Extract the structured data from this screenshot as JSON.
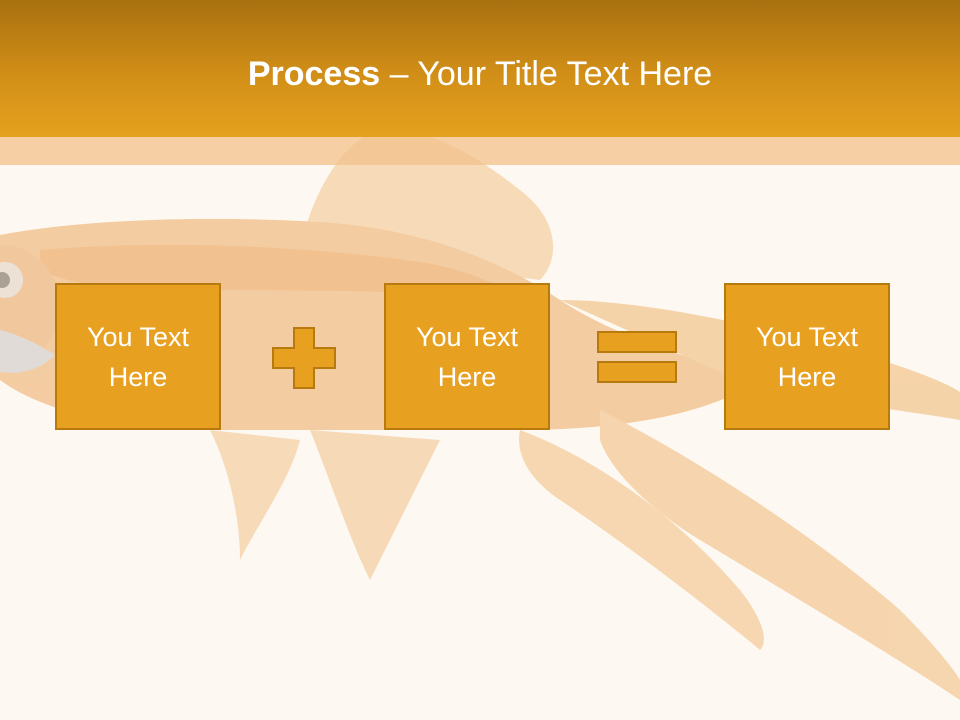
{
  "slide": {
    "title_bold": "Process",
    "title_rest": " – Your Title Text Here",
    "boxes": [
      {
        "text": "You Text Here"
      },
      {
        "text": "You Text Here"
      },
      {
        "text": "You Text Here"
      }
    ]
  },
  "colors": {
    "header_top": "#a8700f",
    "header_bottom": "#e4a11e",
    "band": "#f6cfa4",
    "background": "#fdf9f2",
    "box_fill": "#e8a020",
    "box_border": "#b67a0e",
    "fish": "#f0b36c"
  },
  "icons": {
    "operator_1": "plus-icon",
    "operator_2": "equals-icon"
  }
}
